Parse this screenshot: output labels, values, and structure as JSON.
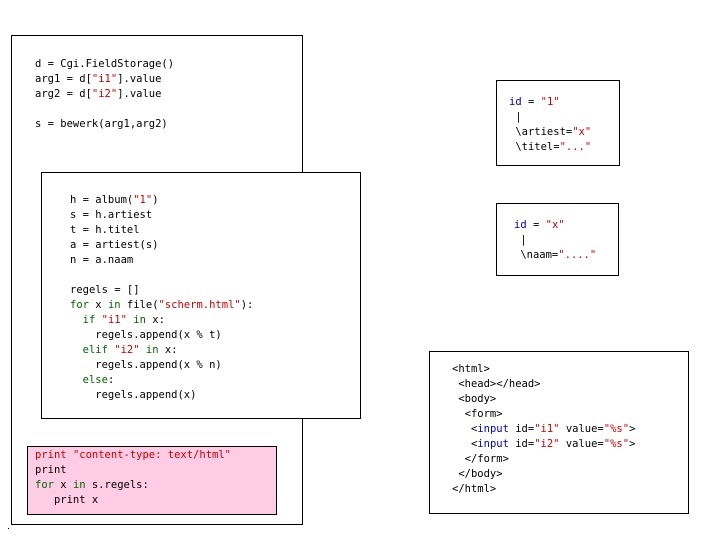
{
  "main_box": {
    "lines": [
      [
        {
          "t": "d = Cgi.FieldStorage()"
        }
      ],
      [
        {
          "t": "arg1 = d["
        },
        {
          "t": "\"i1\"",
          "c": "str"
        },
        {
          "t": "].value"
        }
      ],
      [
        {
          "t": "arg2 = d["
        },
        {
          "t": "\"i2\"",
          "c": "str"
        },
        {
          "t": "].value"
        }
      ],
      [
        {
          "t": ""
        }
      ],
      [
        {
          "t": "s = bewerk(arg1,arg2)"
        }
      ]
    ]
  },
  "bewerk_box": {
    "lines": [
      [
        {
          "t": "h = album("
        },
        {
          "t": "\"1\"",
          "c": "str"
        },
        {
          "t": ")"
        }
      ],
      [
        {
          "t": "s = h.artiest"
        }
      ],
      [
        {
          "t": "t = h.titel"
        }
      ],
      [
        {
          "t": "a = artiest(s)"
        }
      ],
      [
        {
          "t": "n = a.naam"
        }
      ],
      [
        {
          "t": ""
        }
      ],
      [
        {
          "t": "regels = []"
        }
      ],
      [
        {
          "t": "for",
          "c": "kw"
        },
        {
          "t": " x "
        },
        {
          "t": "in",
          "c": "kw"
        },
        {
          "t": " file("
        },
        {
          "t": "\"scherm.html\"",
          "c": "str"
        },
        {
          "t": "):"
        }
      ],
      [
        {
          "t": "  "
        },
        {
          "t": "if",
          "c": "kw"
        },
        {
          "t": " "
        },
        {
          "t": "\"i1\"",
          "c": "str"
        },
        {
          "t": " "
        },
        {
          "t": "in",
          "c": "kw"
        },
        {
          "t": " x:"
        }
      ],
      [
        {
          "t": "    regels.append(x % t)"
        }
      ],
      [
        {
          "t": "  "
        },
        {
          "t": "elif",
          "c": "kw"
        },
        {
          "t": " "
        },
        {
          "t": "\"i2\"",
          "c": "str"
        },
        {
          "t": " "
        },
        {
          "t": "in",
          "c": "kw"
        },
        {
          "t": " x:"
        }
      ],
      [
        {
          "t": "    regels.append(x % n)"
        }
      ],
      [
        {
          "t": "  "
        },
        {
          "t": "else",
          "c": "kw"
        },
        {
          "t": ":"
        }
      ],
      [
        {
          "t": "    regels.append(x)"
        }
      ]
    ]
  },
  "print_box": {
    "lines": [
      [
        {
          "t": "print ",
          "c": "str"
        },
        {
          "t": "\"content-type: text/html\"",
          "c": "str"
        }
      ],
      [
        {
          "t": "print"
        }
      ],
      [
        {
          "t": "for",
          "c": "kw"
        },
        {
          "t": " x "
        },
        {
          "t": "in",
          "c": "kw"
        },
        {
          "t": " s.regels:"
        }
      ],
      [
        {
          "t": "   print x"
        }
      ]
    ]
  },
  "album_box": {
    "lines": [
      [
        {
          "t": "id",
          "c": "kwb"
        },
        {
          "t": " = "
        },
        {
          "t": "\"1\"",
          "c": "str"
        }
      ],
      [
        {
          "t": " |"
        }
      ],
      [
        {
          "t": " \\artiest="
        },
        {
          "t": "\"x\"",
          "c": "str"
        }
      ],
      [
        {
          "t": " \\titel="
        },
        {
          "t": "\"...\"",
          "c": "str"
        }
      ]
    ]
  },
  "artiest_box": {
    "lines": [
      [
        {
          "t": "id",
          "c": "kwb"
        },
        {
          "t": " = "
        },
        {
          "t": "\"x\"",
          "c": "str"
        }
      ],
      [
        {
          "t": " |"
        }
      ],
      [
        {
          "t": " \\naam="
        },
        {
          "t": "\"....\"",
          "c": "str"
        }
      ]
    ]
  },
  "html_box": {
    "lines": [
      [
        {
          "t": "<html>"
        }
      ],
      [
        {
          "t": " <head></head>"
        }
      ],
      [
        {
          "t": " <body>"
        }
      ],
      [
        {
          "t": "  <form>"
        }
      ],
      [
        {
          "t": "   <"
        },
        {
          "t": "input",
          "c": "kwb"
        },
        {
          "t": " id="
        },
        {
          "t": "\"i1\"",
          "c": "str"
        },
        {
          "t": " value="
        },
        {
          "t": "\"%s\"",
          "c": "str"
        },
        {
          "t": ">"
        }
      ],
      [
        {
          "t": "   <"
        },
        {
          "t": "input",
          "c": "kwb"
        },
        {
          "t": " id="
        },
        {
          "t": "\"i2\"",
          "c": "str"
        },
        {
          "t": " value="
        },
        {
          "t": "\"%s\"",
          "c": "str"
        },
        {
          "t": ">"
        }
      ],
      [
        {
          "t": "  </form>"
        }
      ],
      [
        {
          "t": " </body>"
        }
      ],
      [
        {
          "t": "</html>"
        }
      ]
    ]
  },
  "colors": {
    "keyword": "#006600",
    "string": "#cc0000",
    "keyword_blue": "#0000cc",
    "highlight": "#ffcce6"
  }
}
